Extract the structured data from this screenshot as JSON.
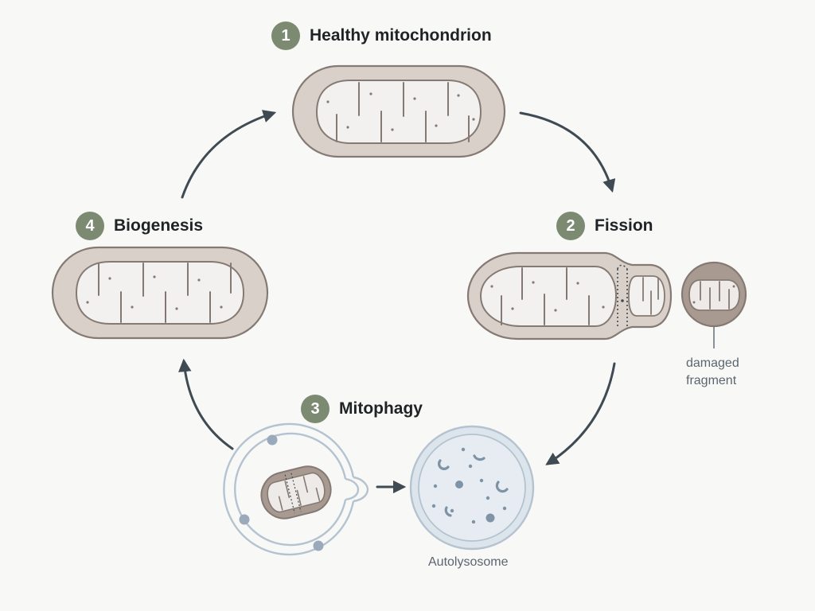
{
  "steps": [
    {
      "number": "1",
      "title": "Healthy mitochondrion"
    },
    {
      "number": "2",
      "title": "Fission"
    },
    {
      "number": "3",
      "title": "Mitophagy"
    },
    {
      "number": "4",
      "title": "Biogenesis"
    }
  ],
  "labels": {
    "damaged_line1": "damaged",
    "damaged_line2": "fragment",
    "autolysosome": "Autolysosome"
  },
  "colors": {
    "badge": "#7c8a72",
    "mito_outer": "#d9d0ca",
    "mito_stroke": "#857a73",
    "mito_inner": "#f3f1ef",
    "damaged_fill": "#a89a91",
    "arrow": "#3f4a52",
    "membrane": "#b4c3cf",
    "autolysosome_fill": "#dde5ec",
    "receptor": "#9aaabb"
  }
}
